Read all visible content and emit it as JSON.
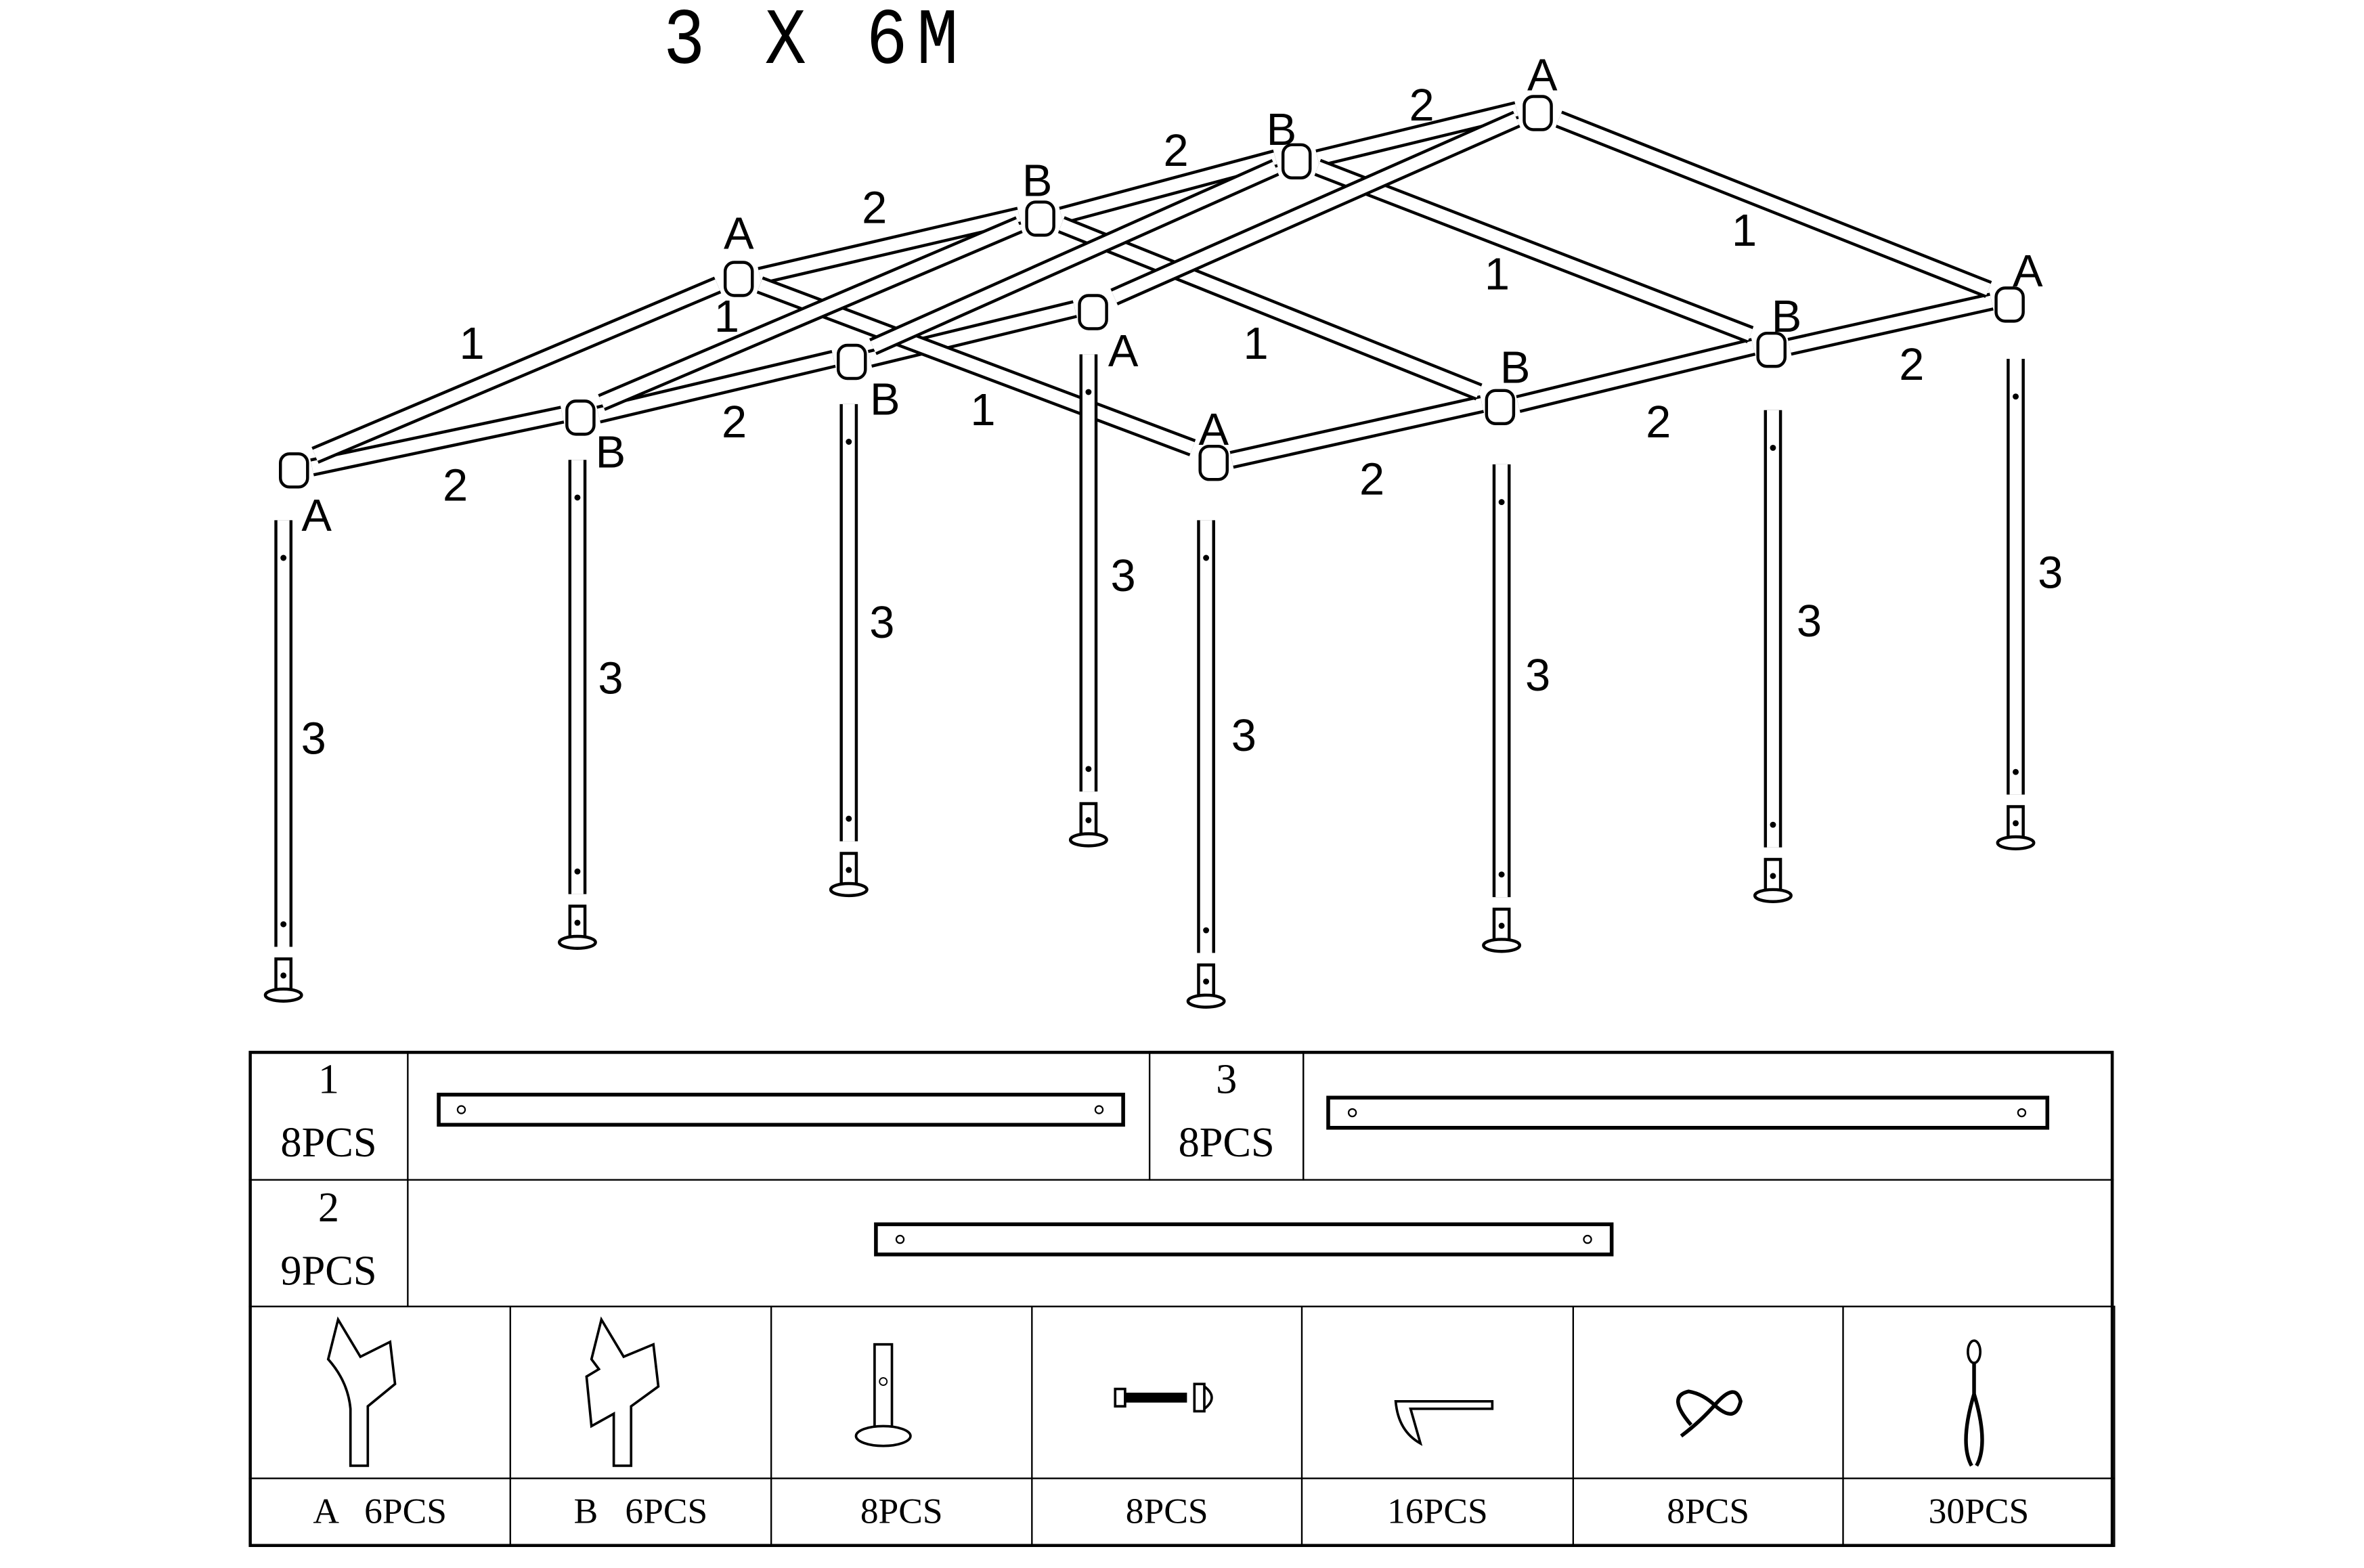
{
  "title": "3 X 6M",
  "frame_labels": [
    "A",
    "2",
    "B",
    "2",
    "B",
    "2",
    "A",
    "1",
    "A",
    "B",
    "2",
    "1",
    "B",
    "2",
    "1",
    "A",
    "2",
    "1",
    "B",
    "A",
    "1",
    "2",
    "B",
    "1",
    "2",
    "A",
    "3",
    "3",
    "3",
    "3",
    "3",
    "3",
    "3",
    "3"
  ],
  "parts_table": {
    "poles": [
      {
        "id": "1",
        "qty": "8PCS"
      },
      {
        "id": "3",
        "qty": "8PCS"
      },
      {
        "id": "2",
        "qty": "9PCS"
      }
    ],
    "fittings": [
      {
        "icon": "connector-a-icon",
        "qty": "A   6PCS"
      },
      {
        "icon": "connector-b-icon",
        "qty": "B   6PCS"
      },
      {
        "icon": "foot-plate-icon",
        "qty": "8PCS"
      },
      {
        "icon": "bolt-nut-icon",
        "qty": "8PCS"
      },
      {
        "icon": "stake-icon",
        "qty": "16PCS"
      },
      {
        "icon": "bungee-cord-icon",
        "qty": "8PCS"
      },
      {
        "icon": "ball-bungee-icon",
        "qty": "30PCS"
      }
    ]
  }
}
